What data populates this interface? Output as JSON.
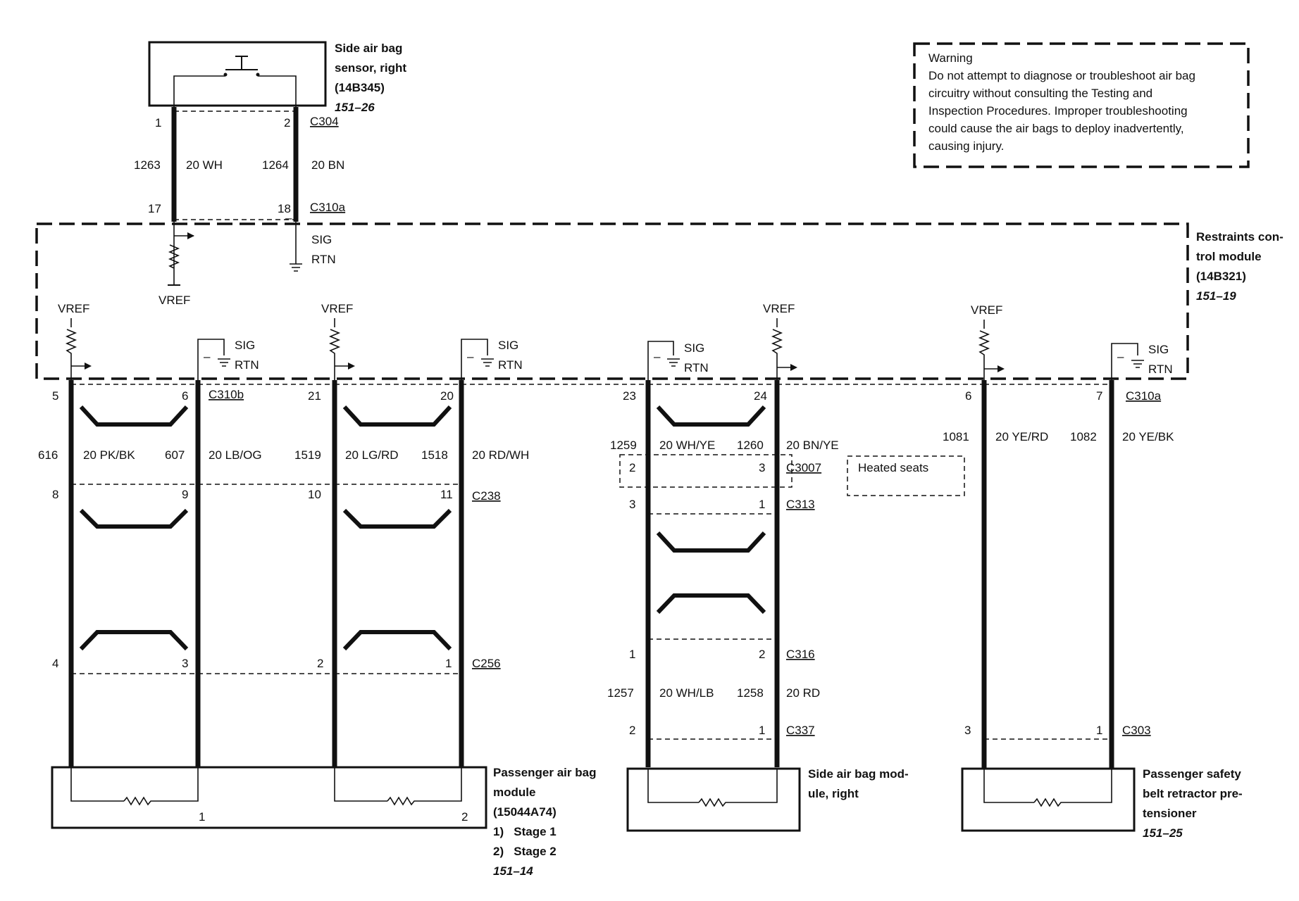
{
  "warning": {
    "title": "Warning",
    "lines": [
      "Do not attempt to diagnose or troubleshoot air bag",
      "circuitry without consulting the Testing and",
      "Inspection Procedures. Improper troubleshooting",
      "could cause the air bags to deploy inadvertently,",
      "causing injury."
    ]
  },
  "components": {
    "sensor": {
      "lines": [
        "Side air bag",
        "sensor, right",
        "(14B345)"
      ],
      "ref": "151–26"
    },
    "rcm": {
      "lines": [
        "Restraints con-",
        "trol module",
        "(14B321)"
      ],
      "ref": "151–19"
    },
    "passenger_module": {
      "lines": [
        "Passenger air bag",
        "module",
        "(15044A74)",
        "1)   Stage 1",
        "2)   Stage 2"
      ],
      "ref": "151–14",
      "pin1": "1",
      "pin2": "2"
    },
    "side_module": {
      "lines": [
        "Side air bag mod-",
        "ule, right"
      ]
    },
    "pretensioner": {
      "lines": [
        "Passenger safety",
        "belt retractor pre-",
        "tensioner"
      ],
      "ref": "151–25"
    },
    "heated_seats": "Heated seats"
  },
  "connectors": {
    "c304": "C304",
    "c310a": "C310a",
    "c310b": "C310b",
    "c238": "C238",
    "c256": "C256",
    "c3007": "C3007",
    "c313": "C313",
    "c316": "C316",
    "c337": "C337",
    "c303": "C303"
  },
  "signals": {
    "vref": "VREF",
    "sig": "SIG",
    "rtn": "RTN",
    "minus": "–"
  },
  "pins": {
    "s1": "1",
    "s2": "2",
    "s17": "17",
    "s18": "18",
    "a5": "5",
    "a6": "6",
    "a8": "8",
    "a9": "9",
    "a4": "4",
    "a3": "3",
    "b21": "21",
    "b20": "20",
    "b10": "10",
    "b11": "11",
    "b2": "2",
    "b1": "1",
    "c23": "23",
    "c24": "24",
    "c2": "2",
    "c3": "3",
    "c3b": "3",
    "c1": "1",
    "c1b": "1",
    "c2b": "2",
    "c2c": "2",
    "c1c": "1",
    "d6": "6",
    "d7": "7",
    "d3": "3",
    "d1": "1"
  },
  "circuits": {
    "s_l": {
      "num": "1263",
      "color": "20 WH"
    },
    "s_r": {
      "num": "1264",
      "color": "20 BN"
    },
    "a_l": {
      "num": "616",
      "color": "20 PK/BK"
    },
    "a_r": {
      "num": "607",
      "color": "20 LB/OG"
    },
    "b_l": {
      "num": "1519",
      "color": "20 LG/RD"
    },
    "b_r": {
      "num": "1518",
      "color": "20 RD/WH"
    },
    "c_l": {
      "num": "1259",
      "color": "20 WH/YE"
    },
    "c_r": {
      "num": "1260",
      "color": "20 BN/YE"
    },
    "c2_l": {
      "num": "1257",
      "color": "20 WH/LB"
    },
    "c2_r": {
      "num": "1258",
      "color": "20 RD"
    },
    "d_l": {
      "num": "1081",
      "color": "20 YE/RD"
    },
    "d_r": {
      "num": "1082",
      "color": "20 YE/BK"
    }
  }
}
